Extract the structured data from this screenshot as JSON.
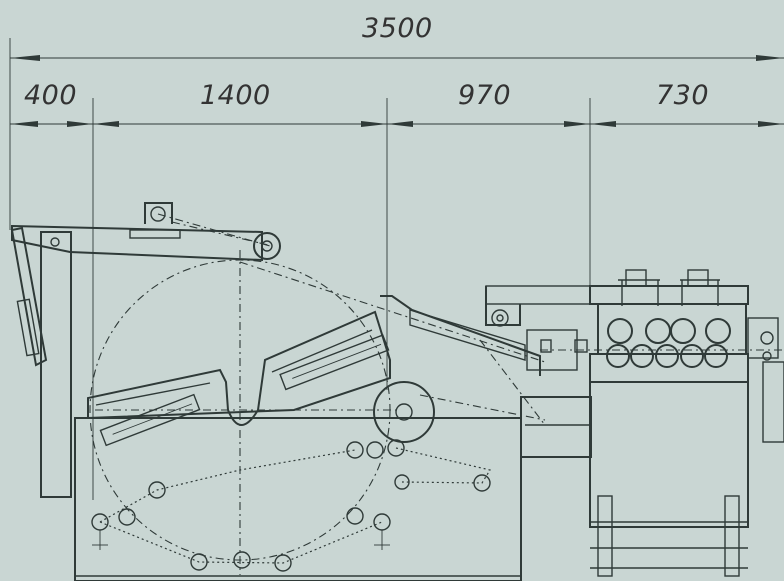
{
  "dimensions": {
    "overall": "3500",
    "segments": [
      "400",
      "1400",
      "970",
      "730"
    ]
  },
  "colors": {
    "background": "#c9d6d3",
    "line": "#2f3a38"
  }
}
